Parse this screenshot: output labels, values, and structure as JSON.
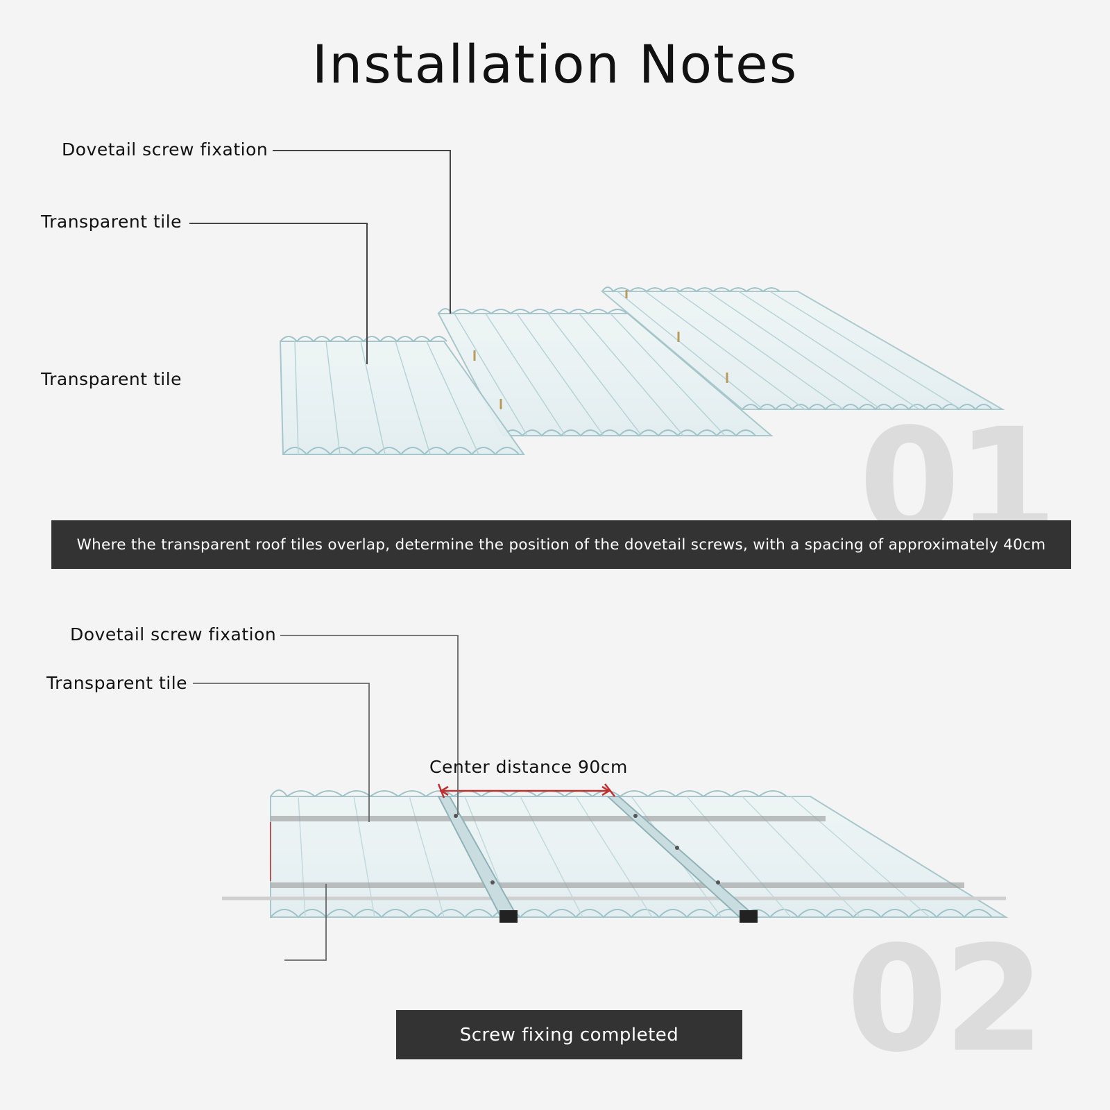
{
  "title": "Installation Notes",
  "step1": {
    "number": "01",
    "labels": {
      "dovetail_screw": "Dovetail screw fixation",
      "transparent_tile_upper": "Transparent tile",
      "transparent_tile_lower": "Transparent tile"
    },
    "caption": "Where the transparent roof tiles overlap, determine the position of the dovetail screws, with a spacing of approximately 40cm"
  },
  "step2": {
    "number": "02",
    "labels": {
      "dovetail_screw": "Dovetail screw fixation",
      "transparent_tile": "Transparent tile",
      "center_distance": "Center distance 90cm"
    },
    "caption": "Screw fixing completed"
  },
  "colors": {
    "background": "#f4f4f4",
    "banner": "#333333",
    "banner_text": "#ffffff",
    "tile_outline": "#9fc3c8",
    "measure_red": "#c03030",
    "watermark_number": "#dcdcdc"
  }
}
